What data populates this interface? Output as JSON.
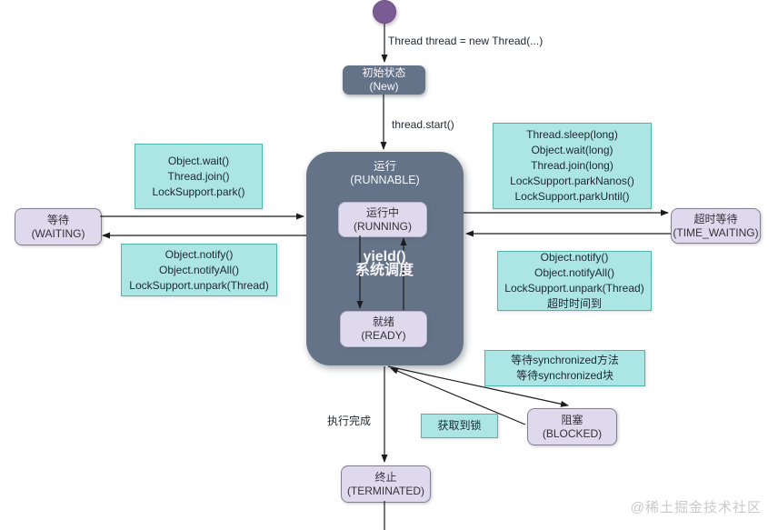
{
  "diagram_title": "Java thread state transition diagram",
  "nodes": {
    "new": {
      "title": "初始状态",
      "subtitle": "(New)"
    },
    "runnable": {
      "title": "运行",
      "subtitle": "(RUNNABLE)"
    },
    "running": {
      "title": "运行中",
      "subtitle": "(RUNNING)"
    },
    "ready": {
      "title": "就绪",
      "subtitle": "(READY)"
    },
    "waiting": {
      "title": "等待",
      "subtitle": "(WAITING)"
    },
    "timed_waiting": {
      "title": "超时等待",
      "subtitle": "(TIME_WAITING)"
    },
    "blocked": {
      "title": "阻塞",
      "subtitle": "(BLOCKED)"
    },
    "terminated": {
      "title": "终止",
      "subtitle": "(TERMINATED)"
    }
  },
  "labels": {
    "new_thread": "Thread thread = new Thread(...)",
    "thread_start": "thread.start()",
    "yield": [
      "yield()",
      "系统调度"
    ],
    "to_waiting": [
      "Object.wait()",
      "Thread.join()",
      "LockSupport.park()"
    ],
    "from_waiting": [
      "Object.notify()",
      "Object.notifyAll()",
      "LockSupport.unpark(Thread)"
    ],
    "to_timed_waiting": [
      "Thread.sleep(long)",
      "Object.wait(long)",
      "Thread.join(long)",
      "LockSupport.parkNanos()",
      "LockSupport.parkUntil()"
    ],
    "from_timed_waiting": [
      "Object.notify()",
      "Object.notifyAll()",
      "LockSupport.unpark(Thread)",
      "超时时间到"
    ],
    "to_blocked": [
      "等待synchronized方法",
      "等待synchronized块"
    ],
    "from_blocked": "获取到锁",
    "complete": "执行完成"
  },
  "watermark": "@稀土掘金技术社区",
  "colors": {
    "node_dark": "#647387",
    "node_lavender": "#ded9ec",
    "label_cyan": "#abe5e4",
    "label_cyan_border": "#54b2af",
    "start_circle": "#7a5b92",
    "line": "#1c1c1c",
    "watermark": "#c9c9c9"
  }
}
